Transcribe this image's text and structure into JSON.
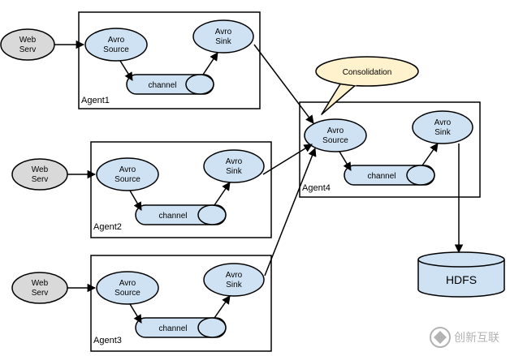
{
  "web_servers": [
    {
      "line1": "Web",
      "line2": "Serv"
    },
    {
      "line1": "Web",
      "line2": "Serv"
    },
    {
      "line1": "Web",
      "line2": "Serv"
    }
  ],
  "agents": [
    {
      "label": "Agent1",
      "source": {
        "line1": "Avro",
        "line2": "Source"
      },
      "sink": {
        "line1": "Avro",
        "line2": "Sink"
      },
      "channel": "channel"
    },
    {
      "label": "Agent2",
      "source": {
        "line1": "Avro",
        "line2": "Source"
      },
      "sink": {
        "line1": "Avro",
        "line2": "Sink"
      },
      "channel": "channel"
    },
    {
      "label": "Agent3",
      "source": {
        "line1": "Avro",
        "line2": "Source"
      },
      "sink": {
        "line1": "Avro",
        "line2": "Sink"
      },
      "channel": "channel"
    },
    {
      "label": "Agent4",
      "source": {
        "line1": "Avro",
        "line2": "Source"
      },
      "sink": {
        "line1": "Avro",
        "line2": "Sink"
      },
      "channel": "channel"
    }
  ],
  "callout": "Consolidation",
  "storage": "HDFS",
  "watermark": "创新互联",
  "colors": {
    "node_fill": "#cfe2f3",
    "web_fill": "#d9d9d9",
    "callout_fill": "#fff2cc",
    "stroke": "#000000"
  }
}
